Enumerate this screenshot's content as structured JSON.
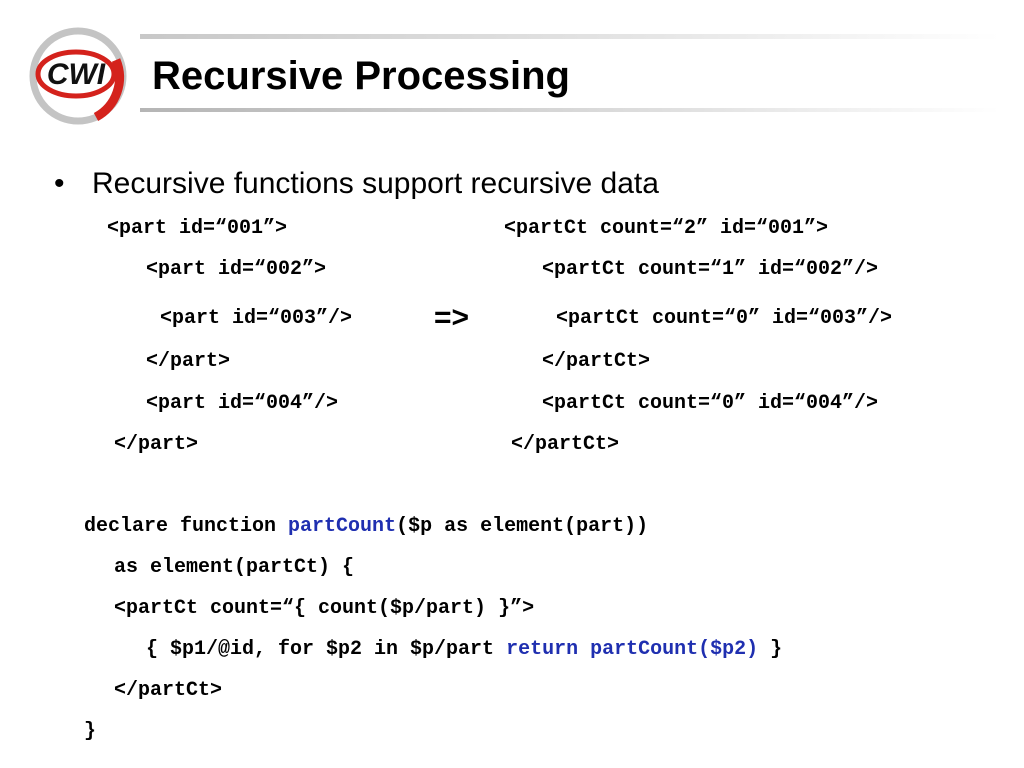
{
  "logo": {
    "text": "CWI"
  },
  "slide": {
    "title": "Recursive Processing"
  },
  "bullet": {
    "marker": "•",
    "text": "Recursive functions support recursive data"
  },
  "xml_input": [
    "<part id=“001”>",
    "<part id=“002”>",
    "<part id=“003”/>",
    "</part>",
    "<part id=“004”/>",
    "</part>"
  ],
  "arrow": "=>",
  "xml_output": [
    "<partCt count=“2” id=“001”>",
    "<partCt count=“1” id=“002”/>",
    "<partCt count=“0” id=“003”/>",
    "</partCt>",
    "<partCt count=“0” id=“004”/>",
    "</partCt>"
  ],
  "code": {
    "line1_pre": "declare function ",
    "line1_fn": "partCount",
    "line1_post": "($p as element(part))",
    "line2": "as element(partCt) {",
    "line3": "<partCt count=“{ count($p/part) }”>",
    "line4_pre": "{ $p1/@id, for $p2 in $p/part ",
    "line4_kw": "return partCount($p2)",
    "line4_post": " }",
    "line5": "</partCt>",
    "line6": "}"
  },
  "colors": {
    "keyword": "#1f2fb0",
    "logo_red": "#d4221c",
    "logo_gray": "#c4c4c4"
  }
}
